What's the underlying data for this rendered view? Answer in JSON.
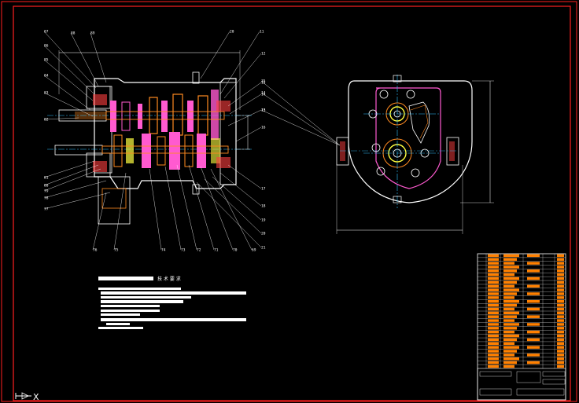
{
  "colors": {
    "background": "#000000",
    "frame": "#ff2020",
    "outline": "#ffffff",
    "gear": "#ff5ad0",
    "shaft": "#ff8a20",
    "center_line": "#30c0ff",
    "bolt": "#ff4040",
    "title_fill": "#ff8000",
    "bearing": "#ffff40",
    "leader": "#ffffff"
  },
  "drawing": {
    "section_view": {
      "name": "gearbox-cross-section"
    },
    "end_view": {
      "name": "gearbox-end-view"
    }
  },
  "callouts": {
    "left": [
      "87",
      "86",
      "85",
      "84",
      "83",
      "82",
      "81",
      "80",
      "79",
      "78",
      "77"
    ],
    "top": [
      "88",
      "89",
      "20",
      "11"
    ],
    "right": [
      "12",
      "13",
      "14",
      "15",
      "16",
      "17",
      "18",
      "19",
      "20",
      "21"
    ],
    "bottom": [
      "76",
      "75",
      "74",
      "73",
      "72",
      "71",
      "70",
      "69"
    ],
    "end_view": [
      "35",
      "14",
      "13"
    ]
  },
  "tech_requirements": {
    "title": "技 术 要 求"
  },
  "status_bar": {
    "axis_icon": "ucs-axis-icon",
    "glyph": "X"
  }
}
